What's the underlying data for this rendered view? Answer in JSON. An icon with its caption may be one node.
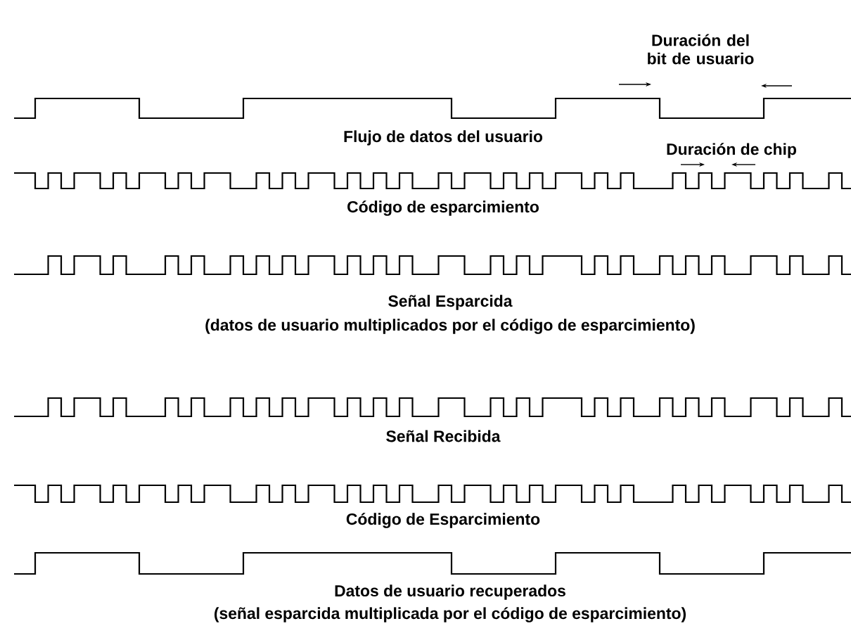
{
  "diagram": {
    "labels": [
      "Duración del bit de usuario",
      "Flujo de datos del usuario",
      "Duración de chip",
      "Código de esparcimiento",
      "Señal Esparcida",
      "(datos de usuario multiplicados por el código de esparcimiento)",
      "Señal Recibida",
      "Código de Esparcimiento",
      "Datos de usuario recuperados",
      "(señal esparcida multiplicada por el código de esparcimiento)"
    ]
  }
}
